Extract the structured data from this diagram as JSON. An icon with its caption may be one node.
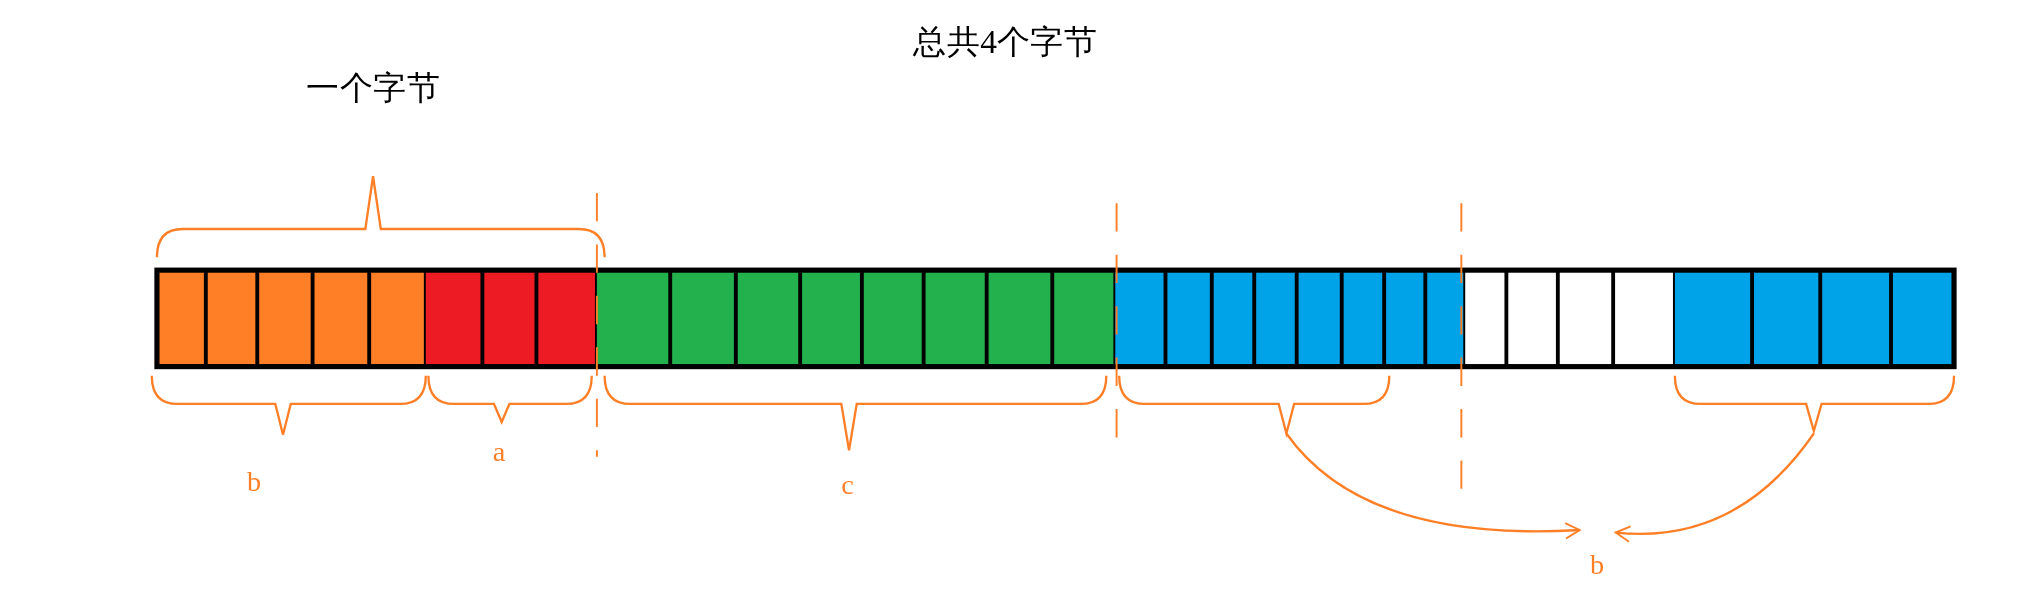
{
  "diagram": {
    "title": "总共4个字节",
    "nodes": [
      {
        "text": [],
        "shape": "bracket"
      },
      {
        "text": [],
        "shape": "bracket"
      },
      {
        "text": [
          "b"
        ]
      }
    ],
    "edges": [
      {
        "from": 0,
        "to": 2,
        "arrow": "to"
      },
      {
        "from": 1,
        "to": 2,
        "arrow": "to"
      }
    ],
    "labels": [
      "一个字节",
      "b",
      "a",
      "c"
    ]
  }
}
